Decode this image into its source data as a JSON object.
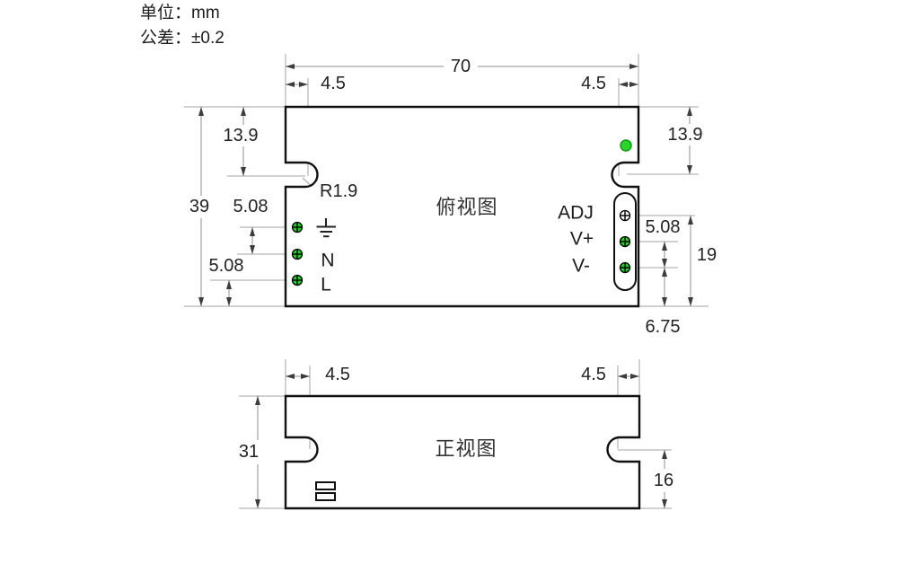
{
  "header": {
    "unit": "单位：mm",
    "tolerance": "公差：±0.2"
  },
  "top_view": {
    "title": "俯视图",
    "overall_width": "70",
    "overall_height": "39",
    "corner_offset_left": "4.5",
    "corner_offset_right": "4.5",
    "notch_from_top_left": "13.9",
    "notch_from_top_right": "13.9",
    "radius_label": "R1.9",
    "input_pitch_upper": "5.08",
    "input_pitch_lower": "5.08",
    "output_pitch": "5.08",
    "output_block_height": "19",
    "output_bottom_offset": "6.75",
    "input_terminals": {
      "ground_icon": "earth-ground",
      "neutral": "N",
      "line": "L"
    },
    "output_terminals": {
      "adjust": "ADJ",
      "positive": "V+",
      "negative": "V-"
    }
  },
  "front_view": {
    "title": "正视图",
    "overall_height": "31",
    "corner_offset_left": "4.5",
    "corner_offset_right": "4.5",
    "notch_to_bottom": "16"
  },
  "colors": {
    "terminal_green": "#22cc22",
    "led_green": "#2bd32b",
    "outline": "#111111",
    "dimension_gray": "#9a9a9a"
  }
}
